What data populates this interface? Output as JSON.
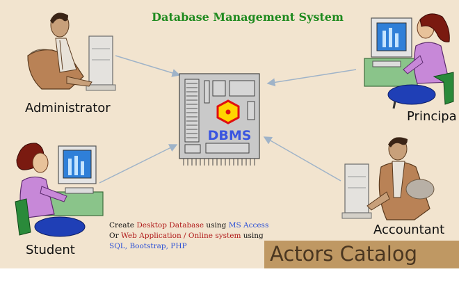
{
  "title": "Database Management System",
  "server": {
    "label": "DBMS"
  },
  "actors": {
    "administrator": "Administrator",
    "principal": "Principa",
    "student": "Student",
    "accountant": "Accountant"
  },
  "description": {
    "line1_a": "Create ",
    "line1_b": "Desktop Database",
    "line1_c": " using ",
    "line1_d": "MS Access",
    "line2_a": "Or ",
    "line2_b": "Web Application / Online system",
    "line2_c": " using",
    "line3": "SQL, Bootstrap, PHP"
  },
  "banner": "Actors Catalog",
  "colors": {
    "background": "#f2e4cf",
    "title": "#1e8a1e",
    "dbms_text": "#3a55e0",
    "hexagon_fill": "#ffd500",
    "hexagon_border": "#e01010",
    "banner_bg": "#bf9863",
    "highlight_red": "#b01a1a",
    "highlight_blue": "#2a4fd6"
  }
}
